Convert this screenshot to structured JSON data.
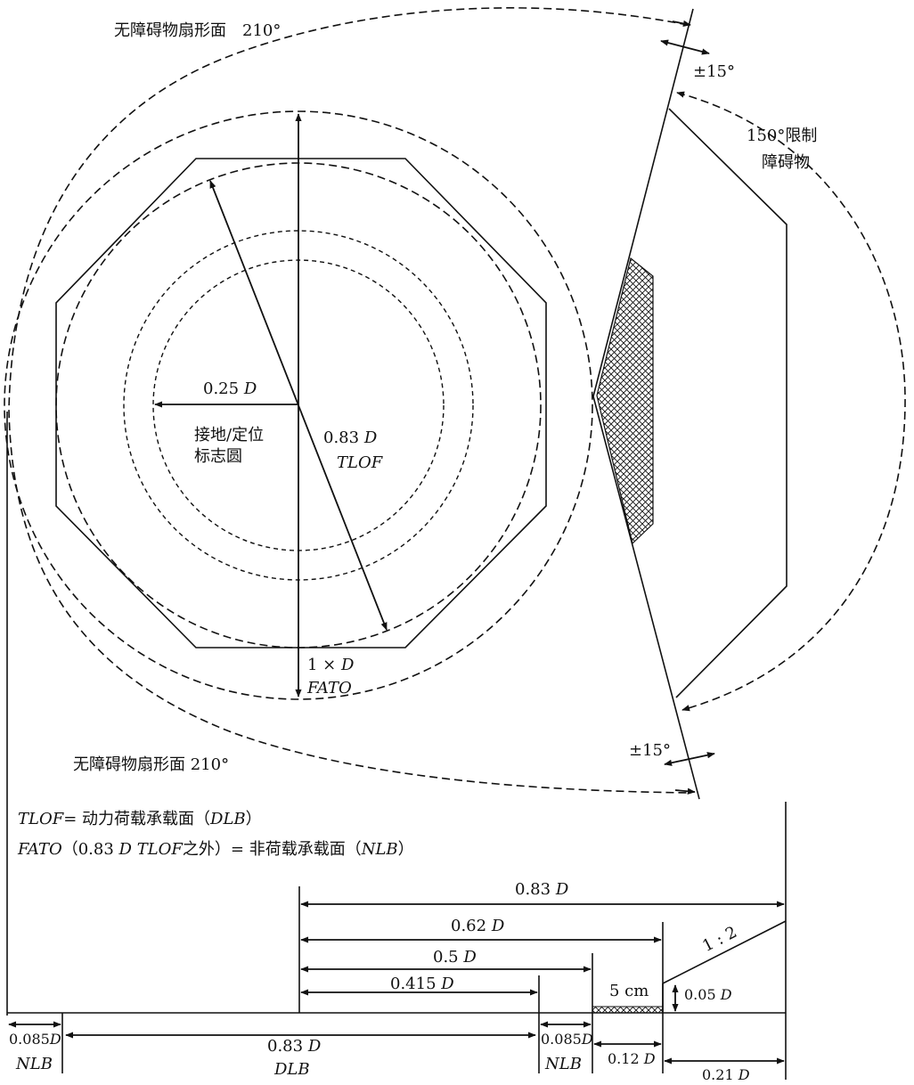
{
  "top": {
    "sector_top": "无障碍物扇形面　210°",
    "sector_bottom": "无障碍物扇形面 210°",
    "tol_top": "±15°",
    "tol_bottom": "±15°",
    "limit_line1": "150°限制",
    "limit_line2": "障碍物",
    "r025": "0.25",
    "D": "D",
    "marker_line1": "接地/定位",
    "marker_line2": "标志圆",
    "tlof_dim": "0.83",
    "tlof": "TLOF",
    "fato_dim": "1 ×",
    "fato": "FATO"
  },
  "legend": {
    "line1_term": "TLOF",
    "line1_eq": "= 动力荷载承载面（",
    "line1_abbr": "DLB",
    "line1_close": "）",
    "line2_term": "FATO",
    "line2_open": "（0.83",
    "line2_tlof": "TLOF",
    "line2_mid": "之外）= 非荷载承载面（",
    "line2_abbr": "NLB",
    "line2_close": "）"
  },
  "section": {
    "d083": "0.83",
    "d062": "0.62",
    "d05": "0.5",
    "d0415": "0.415",
    "slope": "1 : 2",
    "cm5": "5 cm",
    "d005": "0.05",
    "d0085_left": "0.085",
    "nlb_left": "NLB",
    "d083_bottom": "0.83",
    "dlb": "DLB",
    "d0085_right": "0.085",
    "nlb_right": "NLB",
    "d012": "0.12",
    "d021": "0.21",
    "D": "D"
  }
}
